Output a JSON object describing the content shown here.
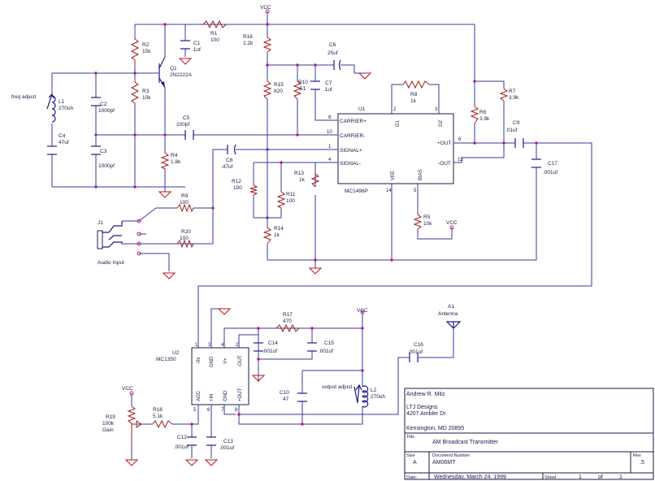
{
  "rails": {
    "vcc": "VCC"
  },
  "components": {
    "r1": {
      "ref": "R1",
      "value": "100"
    },
    "r2": {
      "ref": "R2",
      "value": "15k"
    },
    "r3": {
      "ref": "R3",
      "value": "10k"
    },
    "r4": {
      "ref": "R4",
      "value": "1.8k"
    },
    "r5": {
      "ref": "R5",
      "value": "10k"
    },
    "r6": {
      "ref": "R6",
      "value": "3.9k"
    },
    "r7": {
      "ref": "R7",
      "value": "3.9k"
    },
    "r8": {
      "ref": "R8",
      "value": "1k"
    },
    "r9": {
      "ref": "R9",
      "value": "100"
    },
    "r10": {
      "ref": "R10",
      "value": "51"
    },
    "r11": {
      "ref": "R11",
      "value": "100"
    },
    "r12": {
      "ref": "R12",
      "value": "100"
    },
    "r13": {
      "ref": "R13",
      "value": "1k"
    },
    "r14": {
      "ref": "R14",
      "value": "1k"
    },
    "r15": {
      "ref": "R15",
      "value": "820"
    },
    "r16": {
      "ref": "R16",
      "value": "1.2k"
    },
    "r17": {
      "ref": "R17",
      "value": "470"
    },
    "r18": {
      "ref": "R18",
      "value": "5.1k"
    },
    "r19": {
      "ref": "R19",
      "value": "100k",
      "extra": "Gain"
    },
    "r20": {
      "ref": "R20",
      "value": "100"
    },
    "c1": {
      "ref": "C1",
      "value": ".1uf"
    },
    "c2": {
      "ref": "C2",
      "value": "1000pf"
    },
    "c3": {
      "ref": "C3",
      "value": "1000pf"
    },
    "c4": {
      "ref": "C4",
      "value": "47uf"
    },
    "c5": {
      "ref": "C5",
      "value": "100pf"
    },
    "c6": {
      "ref": "C6",
      "value": "25uf"
    },
    "c7": {
      "ref": "C7",
      "value": ".1uf"
    },
    "c8": {
      "ref": "C8",
      "value": ".47uf"
    },
    "c9": {
      "ref": "C9",
      "value": ".01uf"
    },
    "c10": {
      "ref": "C10",
      "value": "47",
      "extra": "output adjust"
    },
    "c12": {
      "ref": "C12",
      "value": ".001uf"
    },
    "c13": {
      "ref": "C13",
      "value": ".001uf"
    },
    "c14": {
      "ref": "C14",
      "value": ".001uf"
    },
    "c15": {
      "ref": "C15",
      "value": ".001uf"
    },
    "c16": {
      "ref": "C16",
      "value": ".001uf"
    },
    "c17": {
      "ref": "C17",
      "value": ".001uf"
    },
    "l1": {
      "ref": "L1",
      "value": "270uh",
      "extra": "freq adjust"
    },
    "l2": {
      "ref": "L2",
      "value": "270uh"
    },
    "q1": {
      "ref": "Q1",
      "value": "2N2222A"
    },
    "j1": {
      "ref": "J1",
      "value": "Audio Input"
    },
    "a1": {
      "ref": "A1",
      "value": "Antenna"
    },
    "u1": {
      "ref": "U1",
      "value": "MC1496P"
    },
    "u2": {
      "ref": "U2",
      "value": "MC1350"
    }
  },
  "u1_pins": {
    "carrier_p": "CARRIER+",
    "carrier_n": "CARRIER-",
    "signal_p": "SIGNAL+",
    "signal_n": "SIGNAL-",
    "out_p": "+OUT",
    "out_n": "-OUT",
    "g1": "G1",
    "g2": "G2",
    "vee": "VEE",
    "bias": "BIAS",
    "n8": "8",
    "n10": "10",
    "n1": "1",
    "n4": "4",
    "n2": "2",
    "n3": "3",
    "n6": "6",
    "n12": "12",
    "n14": "14",
    "n5": "5"
  },
  "u2_pins": {
    "in_n": "-IN",
    "gnd_a": "GND",
    "vplus": "V+",
    "out_n": "-OUT",
    "agc": "AGC",
    "in_p": "+IN",
    "gnd_b": "GND",
    "out_p": "+OUT",
    "n1": "1",
    "n3": "3",
    "n4": "4",
    "n2": "2",
    "n5": "5",
    "n6": "6",
    "n7": "7",
    "n8": "8"
  },
  "title_block": {
    "author": "Andrew R. Mitz",
    "company": "LTJ Designs",
    "address": "4207 Ambler Dr.",
    "city": "Kensington, MD 20895",
    "title_label": "Title",
    "title": "AM Broadcast Transmitter",
    "size_label": "Size",
    "size": "A",
    "docnum_label": "Document Number",
    "docnum": "AM06MT",
    "rev_label": "Rev",
    "rev": ".5",
    "date_label": "Date:",
    "date": "Wednesday, March 24, 1999",
    "sheet_label": "Sheet",
    "sheet": "1",
    "of_label": "of",
    "sheet_total": "1"
  }
}
